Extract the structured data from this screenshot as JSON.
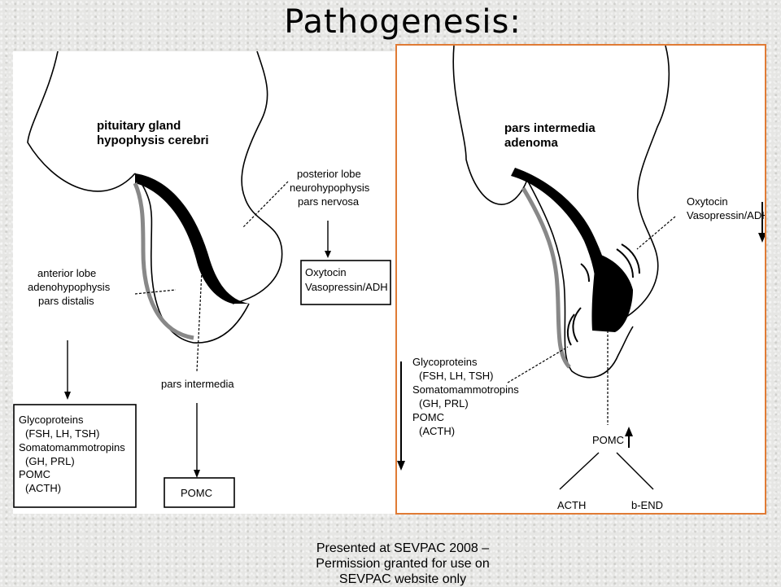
{
  "title": "Pathogenesis:",
  "left": {
    "heading": [
      "pituitary gland",
      "hypophysis cerebri"
    ],
    "posterior": [
      "posterior lobe",
      "neurohypophysis",
      "pars nervosa"
    ],
    "anterior": [
      "anterior lobe",
      "adenohypophysis",
      "pars distalis"
    ],
    "intermedia": "pars intermedia",
    "box_right": [
      "Oxytocin",
      "Vasopressin/ADH"
    ],
    "box_left": [
      "Glycoproteins",
      "(FSH, LH, TSH)",
      "Somatomammotropins",
      "(GH, PRL)",
      "POMC",
      "(ACTH)"
    ],
    "box_pomc": "POMC"
  },
  "right": {
    "heading": [
      "pars intermedia",
      "adenoma"
    ],
    "oxy": [
      "Oxytocin",
      "Vasopressin/ADH"
    ],
    "glyco": [
      "Glycoproteins",
      "(FSH, LH, TSH)",
      "Somatomammotropins",
      "(GH, PRL)",
      "POMC",
      "(ACTH)"
    ],
    "pomc": "POMC",
    "acth": "ACTH",
    "bend": "b-END"
  },
  "footer": [
    "Presented at SEVPAC 2008 –",
    "Permission granted for use on",
    "SEVPAC website only"
  ],
  "colors": {
    "frame": "#e07b35"
  }
}
